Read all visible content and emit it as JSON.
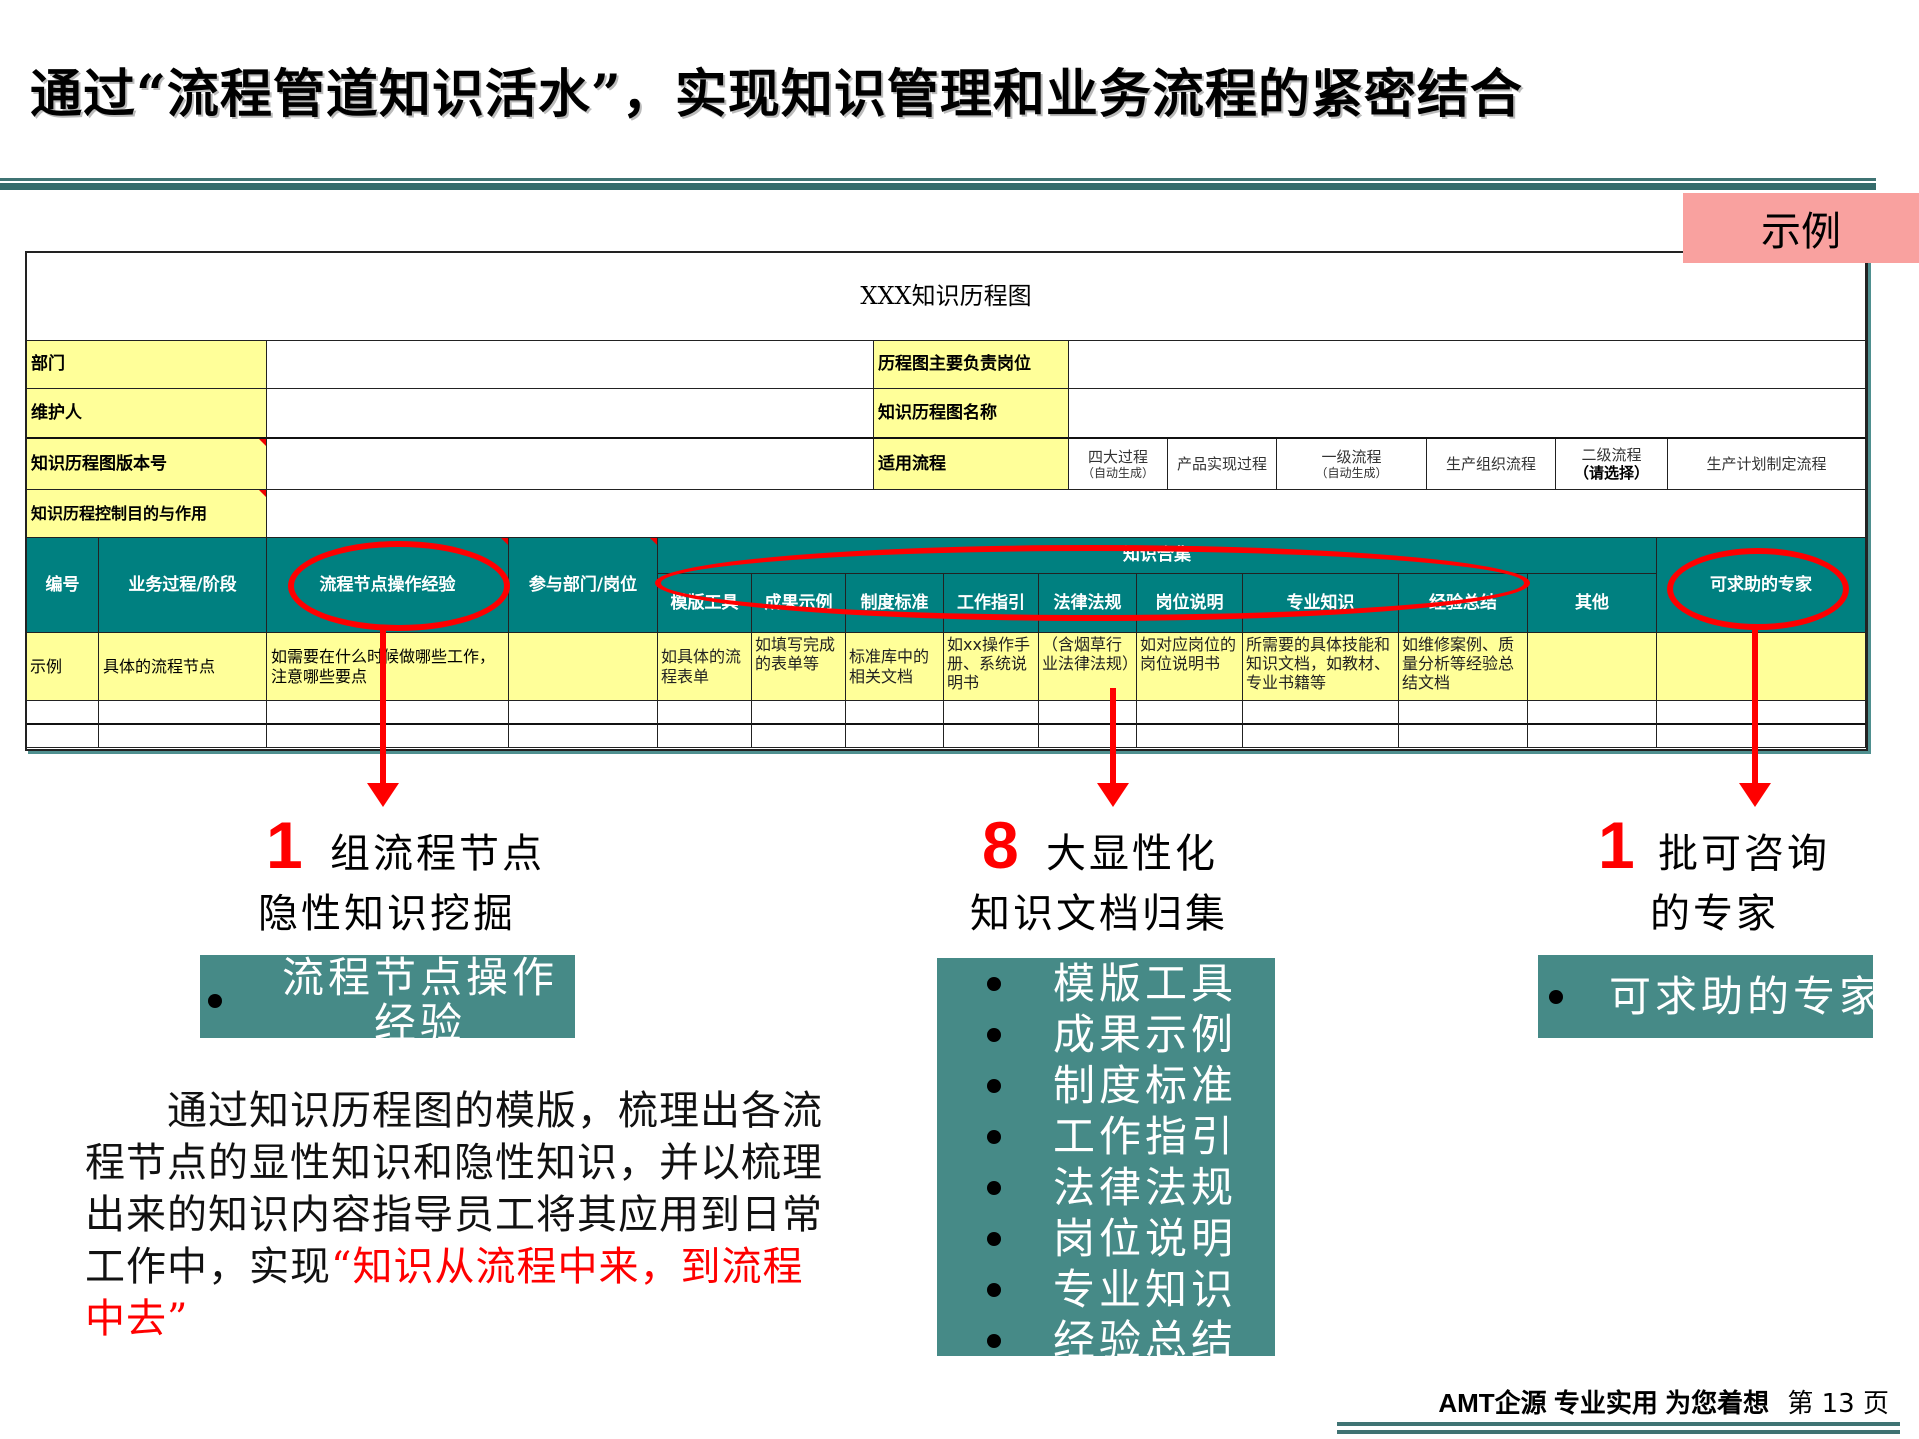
{
  "slide": {
    "title": "通过“流程管道知识活水”，实现知识管理和业务流程的紧密结合",
    "example_tag": "示例",
    "footer": {
      "brand": "AMT企源 专业实用 为您着想",
      "page_prefix": "第",
      "page_number": "13",
      "page_suffix": "页"
    }
  },
  "sheet": {
    "title": "XXX知识历程图",
    "info_rows": [
      {
        "label": "部门",
        "value": "",
        "label2": "历程图主要负责岗位",
        "value2": ""
      },
      {
        "label": "维护人",
        "value": "",
        "label2": "知识历程图名称",
        "value2": ""
      },
      {
        "label": "知识历程图版本号",
        "value": "",
        "label2": "适用流程",
        "value2": ""
      },
      {
        "label": "知识历程控制目的与作用",
        "value": ""
      }
    ],
    "applicable_process": {
      "four_processes": "四大过程",
      "four_processes_note": "（自动生成）",
      "product_realization": "产品实现过程",
      "level1": "一级流程",
      "level1_note": "（自动生成）",
      "level1_value": "生产组织流程",
      "level2": "二级流程",
      "level2_note": "（请选择）",
      "level2_value": "生产计划制定流程"
    },
    "headers": {
      "no": "编号",
      "stage": "业务过程/阶段",
      "experience": "流程节点操作经验",
      "department": "参与部门/岗位",
      "knowledge_group": "知识合集",
      "knowledge_cols": [
        "模版工具",
        "成果示例",
        "制度标准",
        "工作指引",
        "法律法规",
        "岗位说明",
        "专业知识",
        "经验总结",
        "其他"
      ],
      "expert": "可求助的专家"
    },
    "example_row": {
      "no": "示例",
      "stage": "具体的流程节点",
      "experience": "如需要在什么时候做哪些工作，注意哪些要点",
      "department": "",
      "knowledge": [
        "如具体的流程表单",
        "如填写完成的表单等",
        "标准库中的相关文档",
        "如xx操作手册、系统说明书",
        "（含烟草行业法律法规）",
        "如对应岗位的岗位说明书",
        "所需要的具体技能和知识文档，如教材、专业书籍等",
        "如维修案例、质量分析等经验总结文档",
        ""
      ],
      "expert": ""
    }
  },
  "sections": [
    {
      "number": "1",
      "line1": "组流程节点",
      "line2": "隐性知识挖掘",
      "items": [
        "流程节点操作经验"
      ]
    },
    {
      "number": "8",
      "line1": "大显性化",
      "line2": "知识文档归集",
      "items": [
        "模版工具",
        "成果示例",
        "制度标准",
        "工作指引",
        "法律法规",
        "岗位说明",
        "专业知识",
        "经验总结"
      ]
    },
    {
      "number": "1",
      "line1": "批可咨询",
      "line2": "的专家",
      "items": [
        "可求助的专家"
      ]
    }
  ],
  "summary": {
    "text": "通过知识历程图的模版，梳理出各流程节点的显性知识和隐性知识，并以梳理出来的知识内容指导员工将其应用到日常工作中，实现",
    "highlight": "“知识从流程中来，到流程中去”"
  },
  "colors": {
    "teal_header": "#008080",
    "yellow_cell": "#FFFF99",
    "teal_box": "#468A87",
    "accent_red": "#FF0000",
    "tag_pink": "#F9A19F"
  }
}
